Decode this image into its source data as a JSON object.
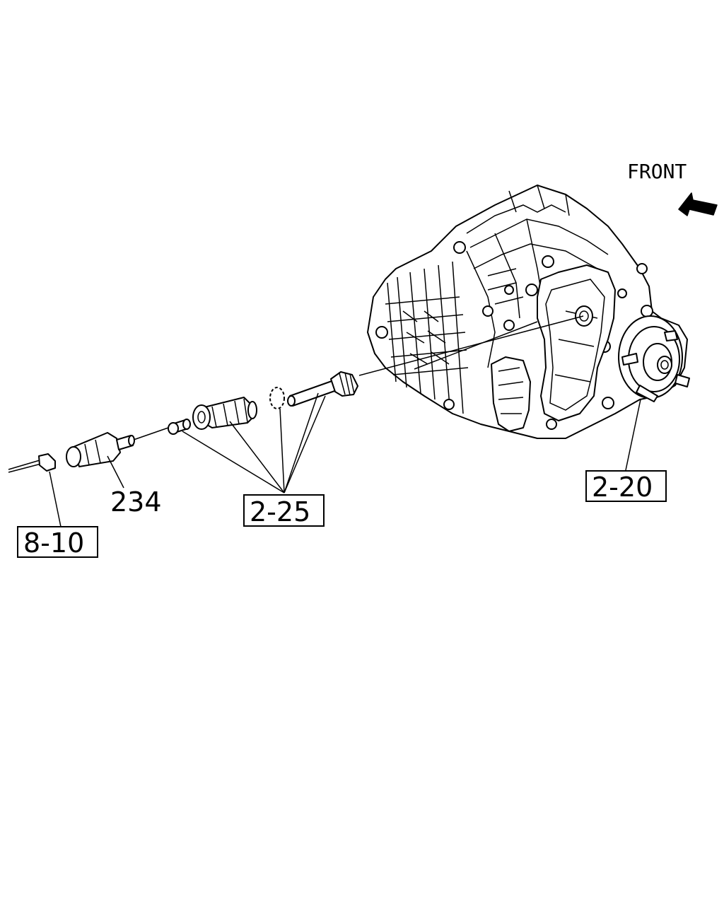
{
  "front_label": "FRONT",
  "callouts": {
    "sensor_number": "234",
    "harness_ref": "8-10",
    "drive_gear_ref": "2-25",
    "transfer_ref": "2-20"
  },
  "icons": {
    "front_arrow": "arrow-up-left-icon"
  }
}
